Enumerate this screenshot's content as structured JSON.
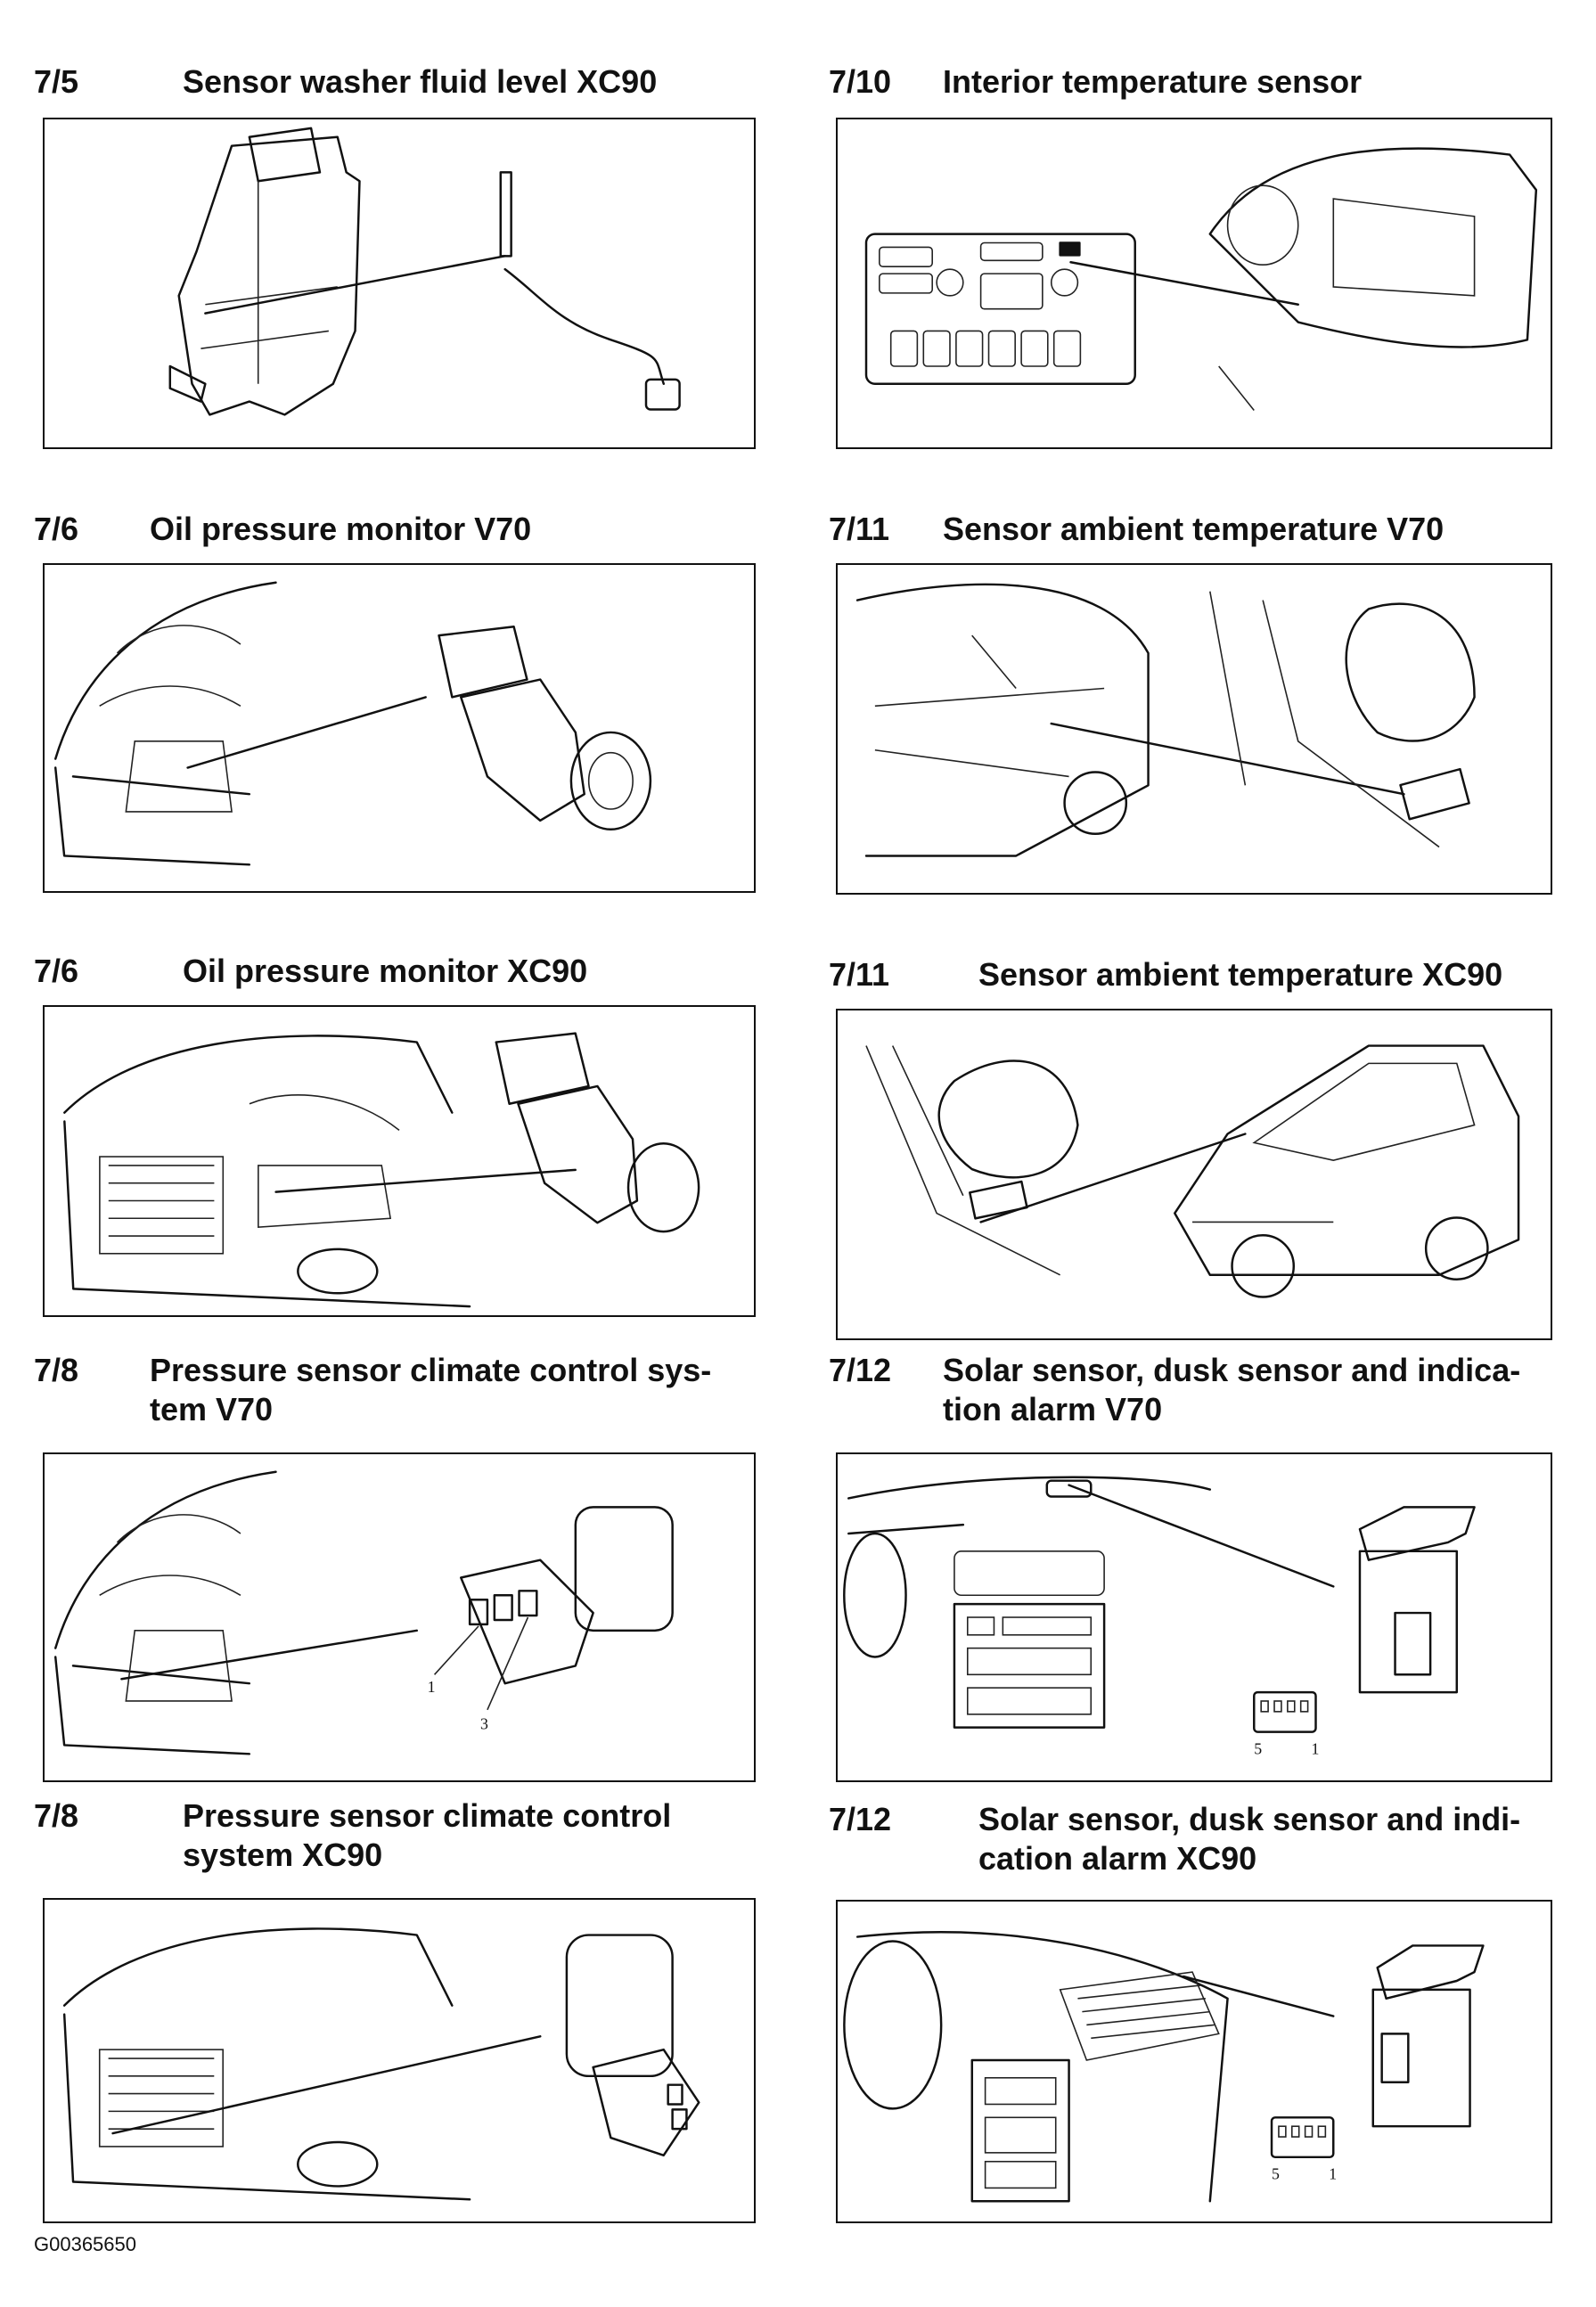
{
  "sections": [
    {
      "number": "7/5",
      "title": "Sensor washer fluid level XC90"
    },
    {
      "number": "7/10",
      "title": "Interior temperature sensor"
    },
    {
      "number": "7/6",
      "title": "Oil pressure monitor V70"
    },
    {
      "number": "7/11",
      "title": "Sensor ambient temperature V70"
    },
    {
      "number": "7/6",
      "title": "Oil pressure monitor XC90"
    },
    {
      "number": "7/11",
      "title": "Sensor ambient temperature XC90"
    },
    {
      "number": "7/8",
      "title": "Pressure sensor climate control sys-\ntem V70"
    },
    {
      "number": "7/12",
      "title": "Solar sensor, dusk sensor and indica-\ntion alarm V70"
    },
    {
      "number": "7/8",
      "title": "Pressure sensor climate control\nsystem XC90"
    },
    {
      "number": "7/12",
      "title": "Solar sensor, dusk sensor and indi-\ncation alarm XC90"
    }
  ],
  "pin_labels": {
    "p1": "1",
    "p3": "3",
    "p5": "5"
  },
  "footer_code": "G00365650"
}
